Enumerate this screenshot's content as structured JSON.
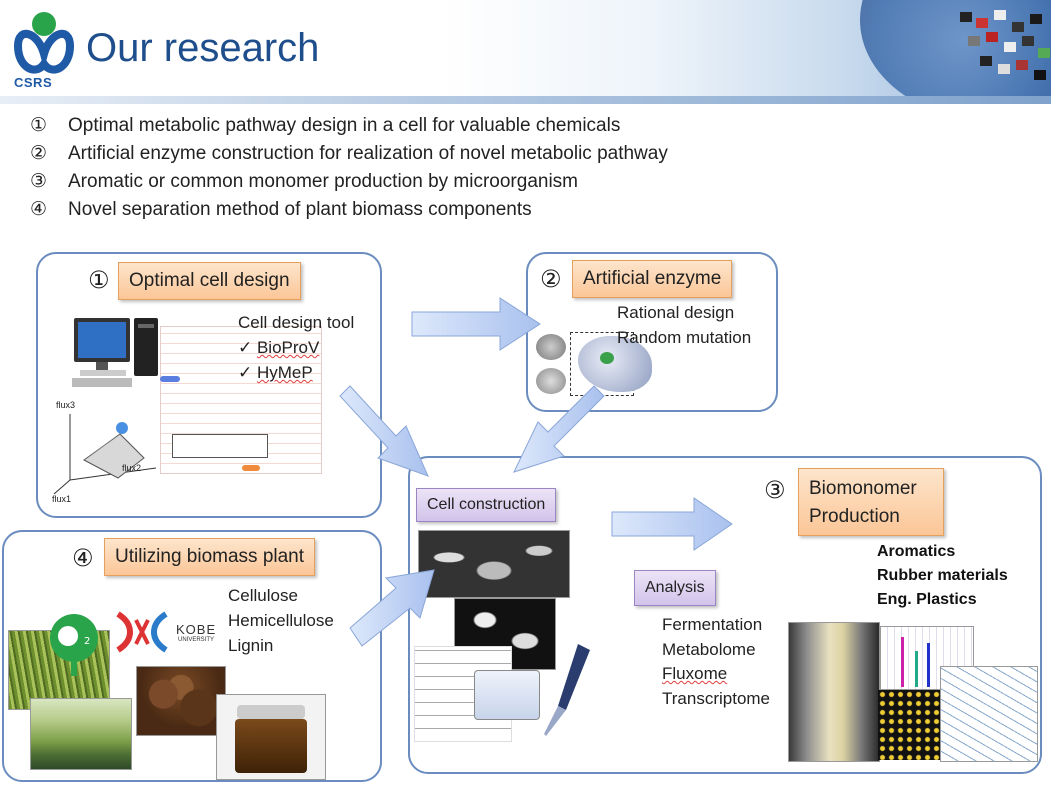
{
  "header": {
    "title": "Our research",
    "logo_text": "CSRS"
  },
  "bullets": [
    {
      "num": "①",
      "text": "Optimal metabolic pathway design in a cell for valuable chemicals"
    },
    {
      "num": "②",
      "text": "Artificial enzyme construction for realization of novel metabolic pathway"
    },
    {
      "num": "③",
      "text": "Aromatic or common monomer production by microorganism"
    },
    {
      "num": "④",
      "text": "Novel separation method of plant biomass components"
    }
  ],
  "box1": {
    "num": "①",
    "label": "Optimal cell design",
    "tool_title": "Cell design tool",
    "tools": [
      "BioProV",
      "HyMeP"
    ],
    "axes": {
      "y": "flux3",
      "x": "flux2",
      "z": "flux1"
    }
  },
  "box2": {
    "num": "②",
    "label": "Artificial enzyme",
    "items": [
      "Rational design",
      "Random mutation"
    ]
  },
  "box3": {
    "num": "③",
    "label_line1": "Biomonomer",
    "label_line2": "Production",
    "construction_label": "Cell construction",
    "analysis_label": "Analysis",
    "analysis_items": [
      "Fermentation",
      "Metabolome",
      "Fluxome",
      "Transcriptome"
    ],
    "products": [
      "Aromatics",
      "Rubber materials",
      "Eng. Plastics"
    ]
  },
  "box4": {
    "num": "④",
    "label": "Utilizing biomass plant",
    "items": [
      "Cellulose",
      "Hemicellulose",
      "Lignin"
    ],
    "kobe_line1": "KOBE",
    "kobe_line2": "UNIVERSITY"
  },
  "colors": {
    "title": "#1f4e8c",
    "box_border": "#6a8cbe",
    "label_orange": "#fbc697",
    "label_purple": "#d2c3ea",
    "arrow_fill": "#b9cdf0"
  }
}
